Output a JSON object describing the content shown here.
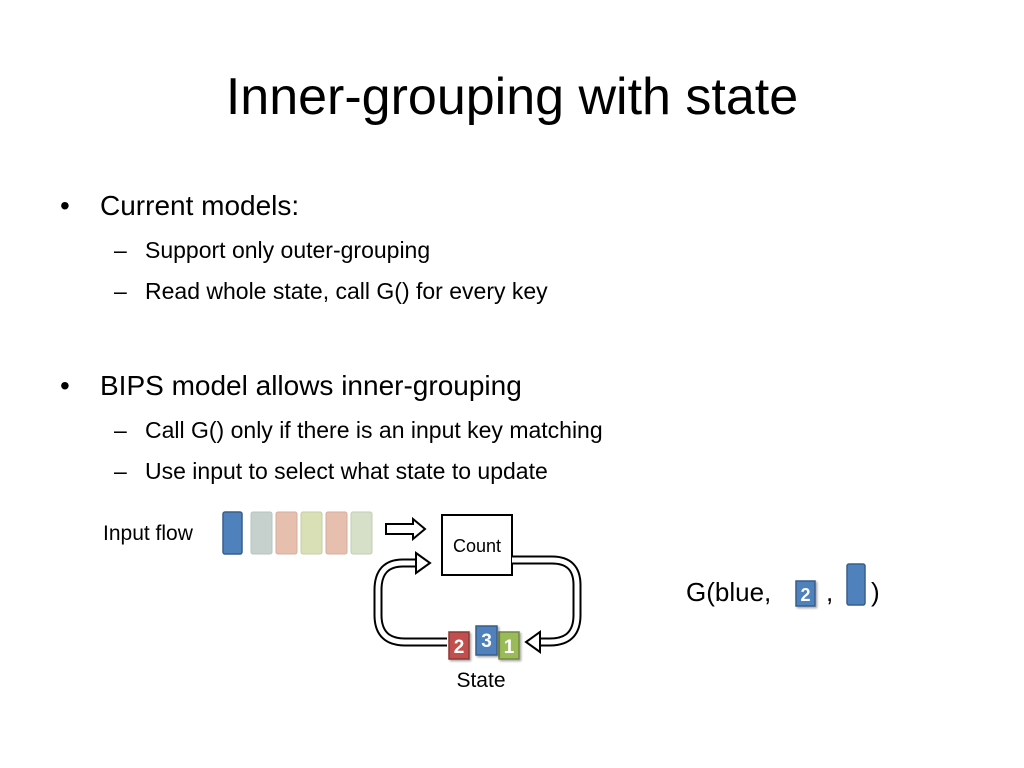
{
  "slide": {
    "title": "Inner-grouping with state",
    "bullets": [
      {
        "marker": "•",
        "text": "Current models:",
        "subs": [
          {
            "marker": "–",
            "text": "Support only outer-grouping"
          },
          {
            "marker": "–",
            "text": "Read whole state, call G() for every key"
          }
        ]
      },
      {
        "marker": "•",
        "text": "BIPS model allows inner-grouping",
        "subs": [
          {
            "marker": "–",
            "text": "Call G() only if there is an input key matching"
          },
          {
            "marker": "–",
            "text": "Use input to select what state to update"
          }
        ]
      }
    ]
  },
  "diagram": {
    "input_flow_label": "Input flow",
    "count_label": "Count",
    "state_label": "State",
    "state_boxes": [
      {
        "label": "2",
        "color": "#c0504d"
      },
      {
        "label": "3",
        "color": "#4f81bd"
      },
      {
        "label": "1",
        "color": "#9bbb59"
      }
    ],
    "input_flow_colors": {
      "active": "#4f81bd",
      "faded": [
        "#c6d0cc",
        "#e7bfae",
        "#d9e0b6",
        "#e7bfae",
        "#d6e0c8"
      ]
    },
    "function_call": {
      "prefix": "G(blue,",
      "state_label": "2",
      "separator": ",",
      "suffix": ")"
    }
  }
}
